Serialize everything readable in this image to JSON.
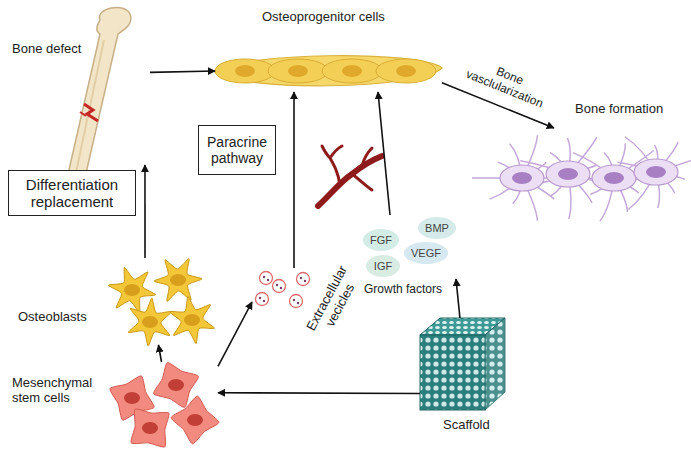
{
  "diagram": {
    "nodes": [
      {
        "text": [
          "Bone defect"
        ]
      },
      {
        "text": [
          "Osteoprogenitor cells"
        ]
      },
      {
        "text": [
          "Bone formation"
        ]
      },
      {
        "text": [
          "Paracrine pathway"
        ]
      },
      {
        "text": [
          "Differentiation replacement"
        ]
      },
      {
        "text": [
          "Osteoblasts"
        ]
      },
      {
        "text": [
          "Extracellular vecicles"
        ]
      },
      {
        "text": [
          "Growth factors"
        ]
      },
      {
        "text": [
          "FGF"
        ],
        "in": 7
      },
      {
        "text": [
          "BMP"
        ],
        "in": 7
      },
      {
        "text": [
          "IGF"
        ],
        "in": 7
      },
      {
        "text": [
          "VEGF"
        ],
        "in": 7
      },
      {
        "text": [
          "Mesenchymal stem cells"
        ]
      },
      {
        "text": [
          "Scaffold"
        ]
      }
    ],
    "edges": [
      {
        "from": 0,
        "to": 1,
        "arrow": "to"
      },
      {
        "from": 1,
        "to": 2,
        "label": "Bone vasclularization",
        "arrow": "to"
      },
      {
        "from": 5,
        "to": 0,
        "arrow": "to"
      },
      {
        "from": 12,
        "to": 5,
        "arrow": "to"
      },
      {
        "from": 12,
        "to": 6,
        "arrow": "to"
      },
      {
        "from": 6,
        "to": 1,
        "arrow": "to"
      },
      {
        "from": 7,
        "to": 1,
        "arrow": "to"
      },
      {
        "from": 13,
        "to": 7,
        "arrow": "to"
      },
      {
        "from": 13,
        "to": 12,
        "arrow": "to"
      }
    ]
  }
}
